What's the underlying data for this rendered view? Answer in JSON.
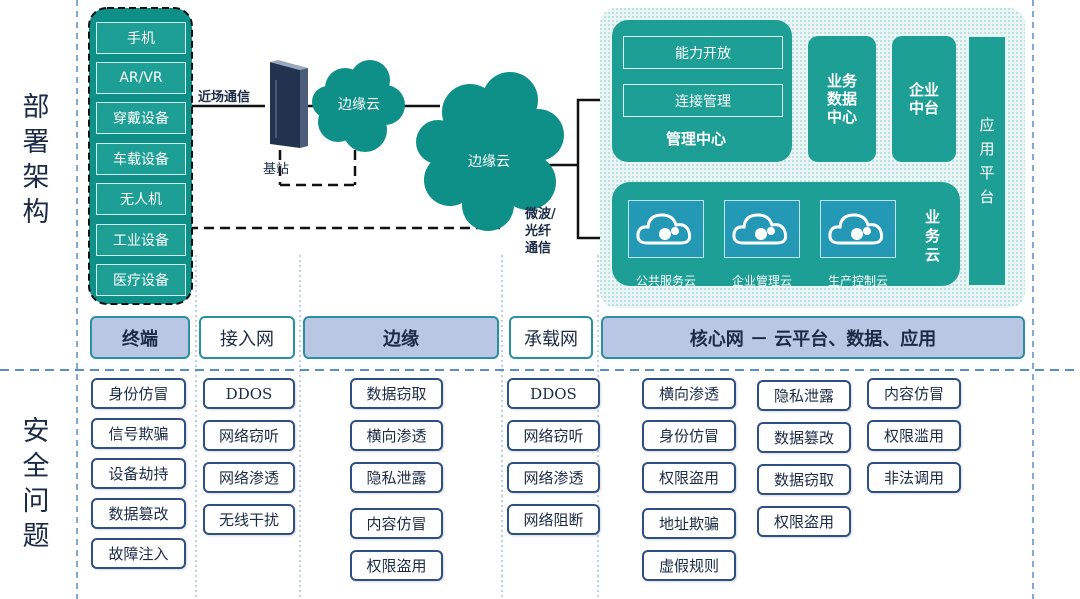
{
  "side_labels": {
    "deploy": "部\n署\n架\n构",
    "security": "安\n全\n问\n题"
  },
  "terminals": [
    "手机",
    "AR/VR",
    "穿戴设备",
    "车载设备",
    "无人机",
    "工业设备",
    "医疗设备"
  ],
  "access": {
    "link_label": "近场通信",
    "station_label": "基站"
  },
  "edge": {
    "cloud1": "边缘云",
    "cloud2": "边缘云"
  },
  "transport": {
    "link_label": "微波/\n光纤\n通信"
  },
  "core": {
    "mgmt_items": [
      "能力开放",
      "连接管理"
    ],
    "mgmt_title": "管理中心",
    "tile_biz_data": "业务\n数据\n中心",
    "tile_ent_mid": "企业\n中台",
    "tile_app": "应\n用\n平\n台",
    "biz_cloud_label": "业\n务\n云",
    "clouds": [
      "公共服务云",
      "企业管理云",
      "生产控制云"
    ]
  },
  "categories": [
    "终端",
    "接入网",
    "边缘",
    "承载网",
    "核心网 － 云平台、数据、应用"
  ],
  "issues": {
    "terminal": [
      "身份仿冒",
      "信号欺骗",
      "设备劫持",
      "数据篡改",
      "故障注入"
    ],
    "access": [
      "DDOS",
      "网络窃听",
      "网络渗透",
      "无线干扰"
    ],
    "edge": [
      "数据窃取",
      "横向渗透",
      "隐私泄露",
      "内容仿冒",
      "权限盗用"
    ],
    "transport": [
      "DDOS",
      "网络窃听",
      "网络渗透",
      "网络阻断"
    ],
    "core1": [
      "横向渗透",
      "身份仿冒",
      "权限盗用",
      "地址欺骗",
      "虚假规则"
    ],
    "core2": [
      "隐私泄露",
      "数据篡改",
      "数据窃取",
      "权限盗用"
    ],
    "core3": [
      "内容仿冒",
      "权限滥用",
      "非法调用"
    ]
  },
  "colors": {
    "teal": "#1e9f96",
    "category_fill": "#b9c6e4",
    "issue_border": "#2d4f84",
    "divider": "#5b8ec2"
  }
}
